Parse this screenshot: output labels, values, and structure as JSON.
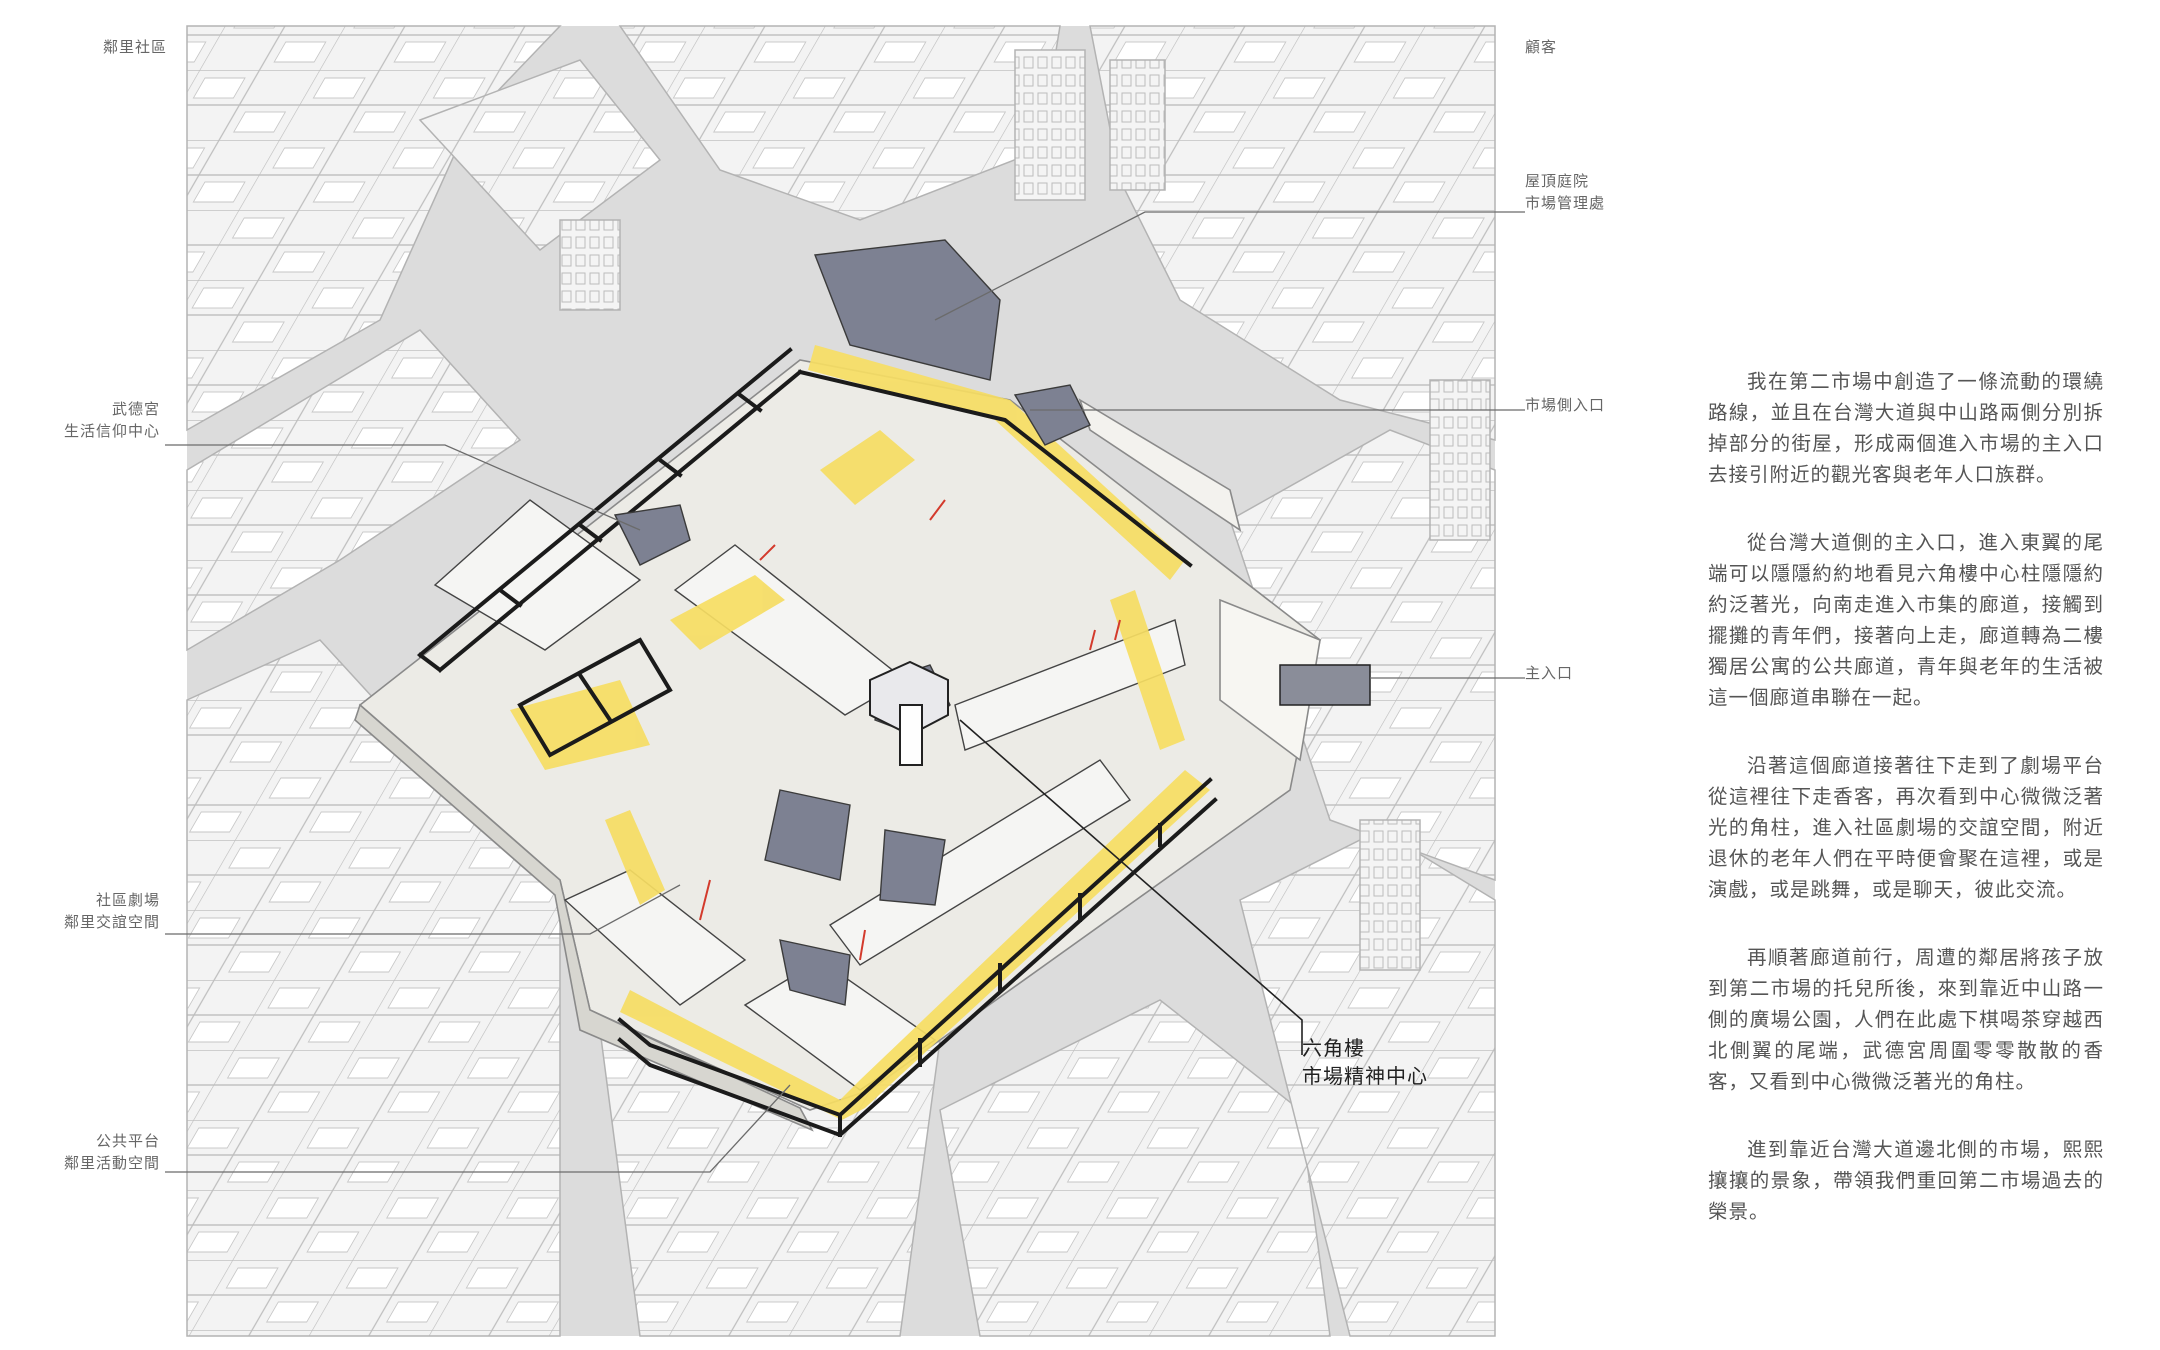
{
  "labels": {
    "neighborhood": "鄰里社區",
    "customers": "顧客",
    "roof_courtyard": [
      "屋頂庭院",
      "市場管理處"
    ],
    "side_entrance": "市場側入口",
    "main_entrance": "主入口",
    "temple": [
      "武德宮",
      "生活信仰中心"
    ],
    "theater": [
      "社區劇場",
      "鄰里交誼空間"
    ],
    "platform": [
      "公共平台",
      "鄰里活動空間"
    ],
    "hexagon": [
      "六角樓",
      "市場精神中心"
    ]
  },
  "essay": [
    "我在第二市場中創造了一條流動的環繞路線，並且在台灣大道與中山路兩側分別拆掉部分的街屋，形成兩個進入市場的主入口去接引附近的觀光客與老年人口族群。",
    "從台灣大道側的主入口，進入東翼的尾端可以隱隱約約地看見六角樓中心柱隱隱約約泛著光，向南走進入市集的廊道，接觸到擺攤的青年們，接著向上走，廊道轉為二樓獨居公寓的公共廊道，青年與老年的生活被這一個廊道串聯在一起。",
    "沿著這個廊道接著往下走到了劇場平台從這裡往下走香客，再次看到中心微微泛著光的角柱，進入社區劇場的交誼空間，附近退休的老年人們在平時便會聚在這裡，或是演戲，或是跳舞，或是聊天，彼此交流。",
    "再順著廊道前行，周遭的鄰居將孩子放到第二市場的托兒所後，來到靠近中山路一側的廣場公園，人們在此處下棋喝茶穿越西北側翼的尾端，武德宮周圍零零散散的香客，又看到中心微微泛著光的角柱。",
    "進到靠近台灣大道邊北側的市場，熙熙攘攘的景象，帶領我們重回第二市場過去的榮景。"
  ],
  "colors": {
    "ground": "#dcdcdc",
    "buildings": "#f3f3f3",
    "building_edges": "#b9b9b9",
    "slab": "#ecebe6",
    "corridor": "#f5d85a",
    "highlight": "#f6dd63",
    "roof": "#7d8192",
    "frame": "#1b1b1b",
    "accent": "#d33a2c"
  }
}
